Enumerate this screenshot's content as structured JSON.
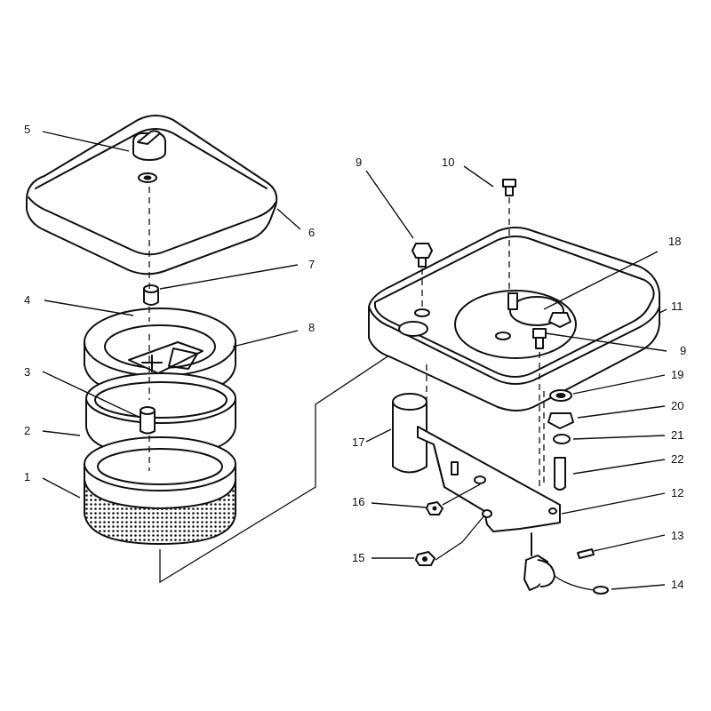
{
  "callouts": [
    {
      "id": "c1",
      "text": "1"
    },
    {
      "id": "c2",
      "text": "2"
    },
    {
      "id": "c3",
      "text": "3"
    },
    {
      "id": "c4",
      "text": "4"
    },
    {
      "id": "c5",
      "text": "5"
    },
    {
      "id": "c6",
      "text": "6"
    },
    {
      "id": "c7",
      "text": "7"
    },
    {
      "id": "c8",
      "text": "8"
    },
    {
      "id": "c9a",
      "text": "9"
    },
    {
      "id": "c9b",
      "text": "9"
    },
    {
      "id": "c10",
      "text": "10"
    },
    {
      "id": "c11",
      "text": "11"
    },
    {
      "id": "c12",
      "text": "12"
    },
    {
      "id": "c13",
      "text": "13"
    },
    {
      "id": "c14",
      "text": "14"
    },
    {
      "id": "c15",
      "text": "15"
    },
    {
      "id": "c16",
      "text": "16"
    },
    {
      "id": "c17",
      "text": "17"
    },
    {
      "id": "c18",
      "text": "18"
    },
    {
      "id": "c19",
      "text": "19"
    },
    {
      "id": "c20",
      "text": "20"
    },
    {
      "id": "c21",
      "text": "21"
    },
    {
      "id": "c22",
      "text": "22"
    }
  ]
}
